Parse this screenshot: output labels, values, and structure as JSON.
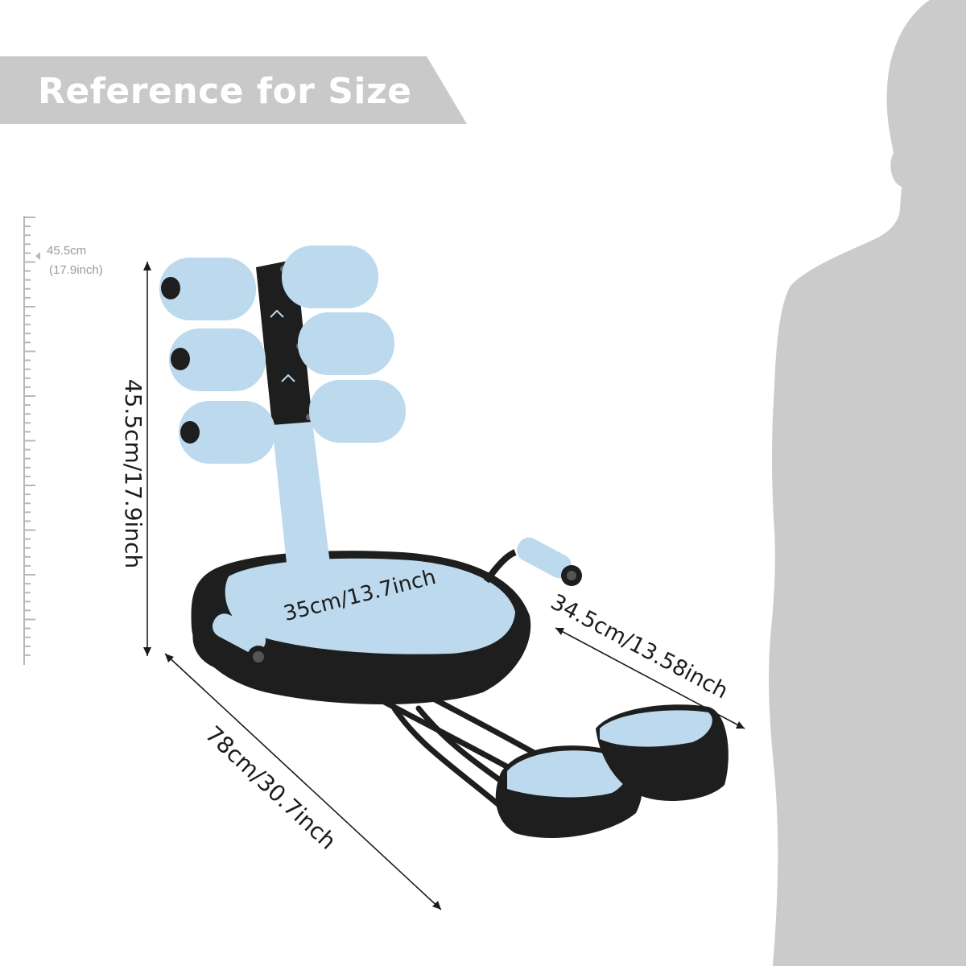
{
  "banner": {
    "title": "Reference for Size"
  },
  "ruler": {
    "marker_cm": "45.5cm",
    "marker_inch": "(17.9inch)"
  },
  "dimensions": {
    "height": "45.5cm/17.9inch",
    "seat_width": "35cm/13.7inch",
    "depth": "34.5cm/13.58inch",
    "length": "78cm/30.7inch"
  },
  "colors": {
    "banner_gray": "#c9c9c9",
    "silhouette_gray": "#cbcbcb",
    "padding_blue": "#bcd9ee",
    "frame_black": "#1e1e1e"
  },
  "icons": [
    "ruler-icon",
    "human-silhouette-icon",
    "arrow-left-icon"
  ]
}
